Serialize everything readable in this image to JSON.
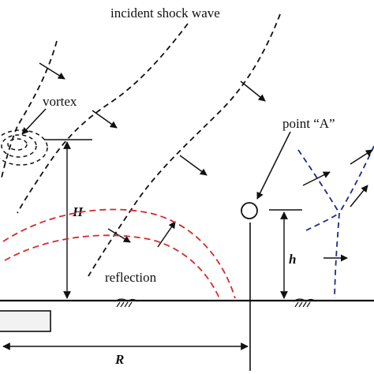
{
  "labels": {
    "incident": "incident shock wave",
    "vortex": "vortex",
    "point_a": "point “A”",
    "reflection": "reflection",
    "H": "H",
    "h": "h",
    "R": "R"
  },
  "colors": {
    "ink": "#111111",
    "reflection_wave": "#d42a2a",
    "downstream_wave": "#1a2a8c"
  }
}
